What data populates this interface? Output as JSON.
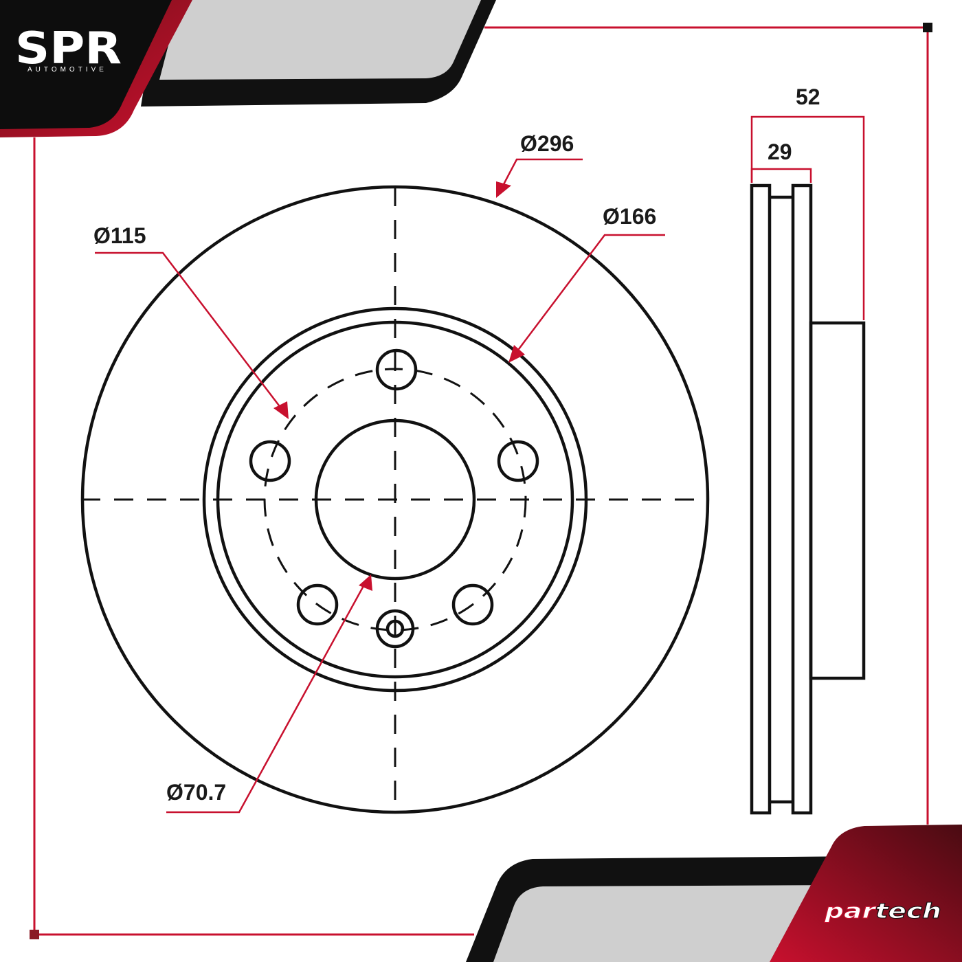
{
  "brand": {
    "logo": "SPR",
    "tagline": "AUTOMOTIVE",
    "partner_left": "par",
    "partner_right": "tech"
  },
  "dimensions": {
    "outer_diameter": "Ø296",
    "friction_inner_diameter": "Ø166",
    "bolt_circle_diameter": "Ø115",
    "center_bore_diameter": "Ø70.7",
    "total_height": "52",
    "disc_thickness": "29"
  },
  "colors": {
    "accent": "#c8102e",
    "dark_red": "#8b1a24",
    "line": "#111111",
    "grey": "#cccccc",
    "background": "#ffffff"
  },
  "icons": {
    "bolt_holes": "circle",
    "frame_markers": "square"
  }
}
